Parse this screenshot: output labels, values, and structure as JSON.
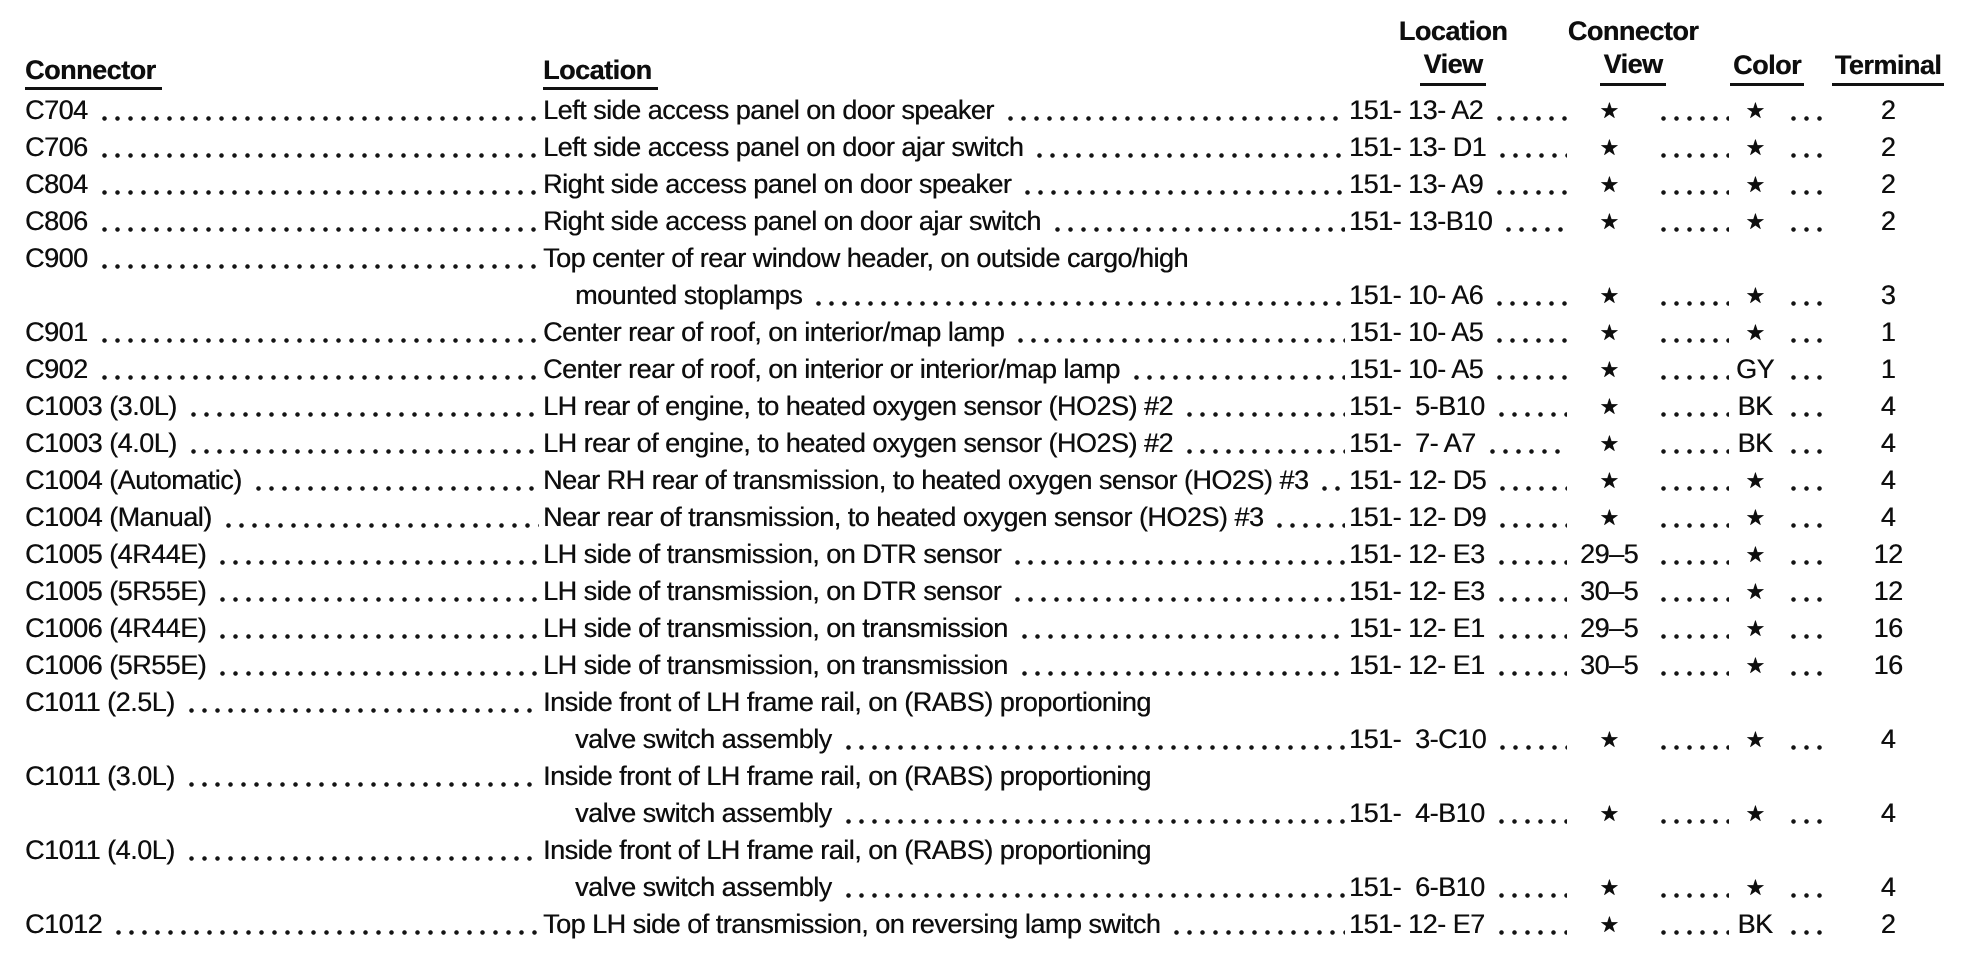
{
  "colors": {
    "text": "#0e0e0e",
    "background": "#ffffff",
    "rule": "#111111"
  },
  "table": {
    "star": "★",
    "headers": {
      "connector": "Connector",
      "location": "Location",
      "location_view": [
        "Location",
        "View"
      ],
      "connector_view": [
        "Connector",
        "View"
      ],
      "color": "Color",
      "terminal": "Terminal"
    },
    "rows": [
      {
        "connector": "C704",
        "location": [
          "Left side access panel on door speaker"
        ],
        "location_view": "151- 13- A2",
        "connector_view": "★",
        "color": "★",
        "terminal": "2"
      },
      {
        "connector": "C706",
        "location": [
          "Left side access panel on door ajar switch"
        ],
        "location_view": "151- 13- D1",
        "connector_view": "★",
        "color": "★",
        "terminal": "2"
      },
      {
        "connector": "C804",
        "location": [
          "Right side access panel on door speaker"
        ],
        "location_view": "151- 13- A9",
        "connector_view": "★",
        "color": "★",
        "terminal": "2"
      },
      {
        "connector": "C806",
        "location": [
          "Right side access panel on door ajar switch"
        ],
        "location_view": "151- 13-B10",
        "connector_view": "★",
        "color": "★",
        "terminal": "2"
      },
      {
        "connector": "C900",
        "location": [
          "Top center of rear window header, on outside cargo/high",
          "mounted stoplamps"
        ],
        "location_view": "151- 10- A6",
        "connector_view": "★",
        "color": "★",
        "terminal": "3"
      },
      {
        "connector": "C901",
        "location": [
          "Center rear of roof, on interior/map lamp"
        ],
        "location_view": "151- 10- A5",
        "connector_view": "★",
        "color": "★",
        "terminal": "1"
      },
      {
        "connector": "C902",
        "location": [
          "Center rear of roof, on interior or interior/map lamp"
        ],
        "location_view": "151- 10- A5",
        "connector_view": "★",
        "color": "GY",
        "terminal": "1"
      },
      {
        "connector": "C1003 (3.0L)",
        "location": [
          "LH rear of engine, to heated oxygen sensor (HO2S) #2"
        ],
        "location_view": "151-  5-B10",
        "connector_view": "★",
        "color": "BK",
        "terminal": "4"
      },
      {
        "connector": "C1003 (4.0L)",
        "location": [
          "LH rear of engine, to heated oxygen sensor (HO2S) #2"
        ],
        "location_view": "151-  7- A7",
        "connector_view": "★",
        "color": "BK",
        "terminal": "4"
      },
      {
        "connector": "C1004 (Automatic)",
        "location": [
          "Near RH rear of transmission, to heated oxygen sensor (HO2S) #3"
        ],
        "location_view": "151- 12- D5",
        "connector_view": "★",
        "color": "★",
        "terminal": "4"
      },
      {
        "connector": "C1004 (Manual)",
        "location": [
          "Near rear of transmission, to heated oxygen sensor (HO2S) #3"
        ],
        "location_view": "151- 12- D9",
        "connector_view": "★",
        "color": "★",
        "terminal": "4"
      },
      {
        "connector": "C1005 (4R44E)",
        "location": [
          "LH side of transmission, on DTR sensor"
        ],
        "location_view": "151- 12- E3",
        "connector_view": "29–5",
        "color": "★",
        "terminal": "12"
      },
      {
        "connector": "C1005 (5R55E)",
        "location": [
          "LH side of transmission, on DTR sensor"
        ],
        "location_view": "151- 12- E3",
        "connector_view": "30–5",
        "color": "★",
        "terminal": "12"
      },
      {
        "connector": "C1006 (4R44E)",
        "location": [
          "LH side of transmission, on transmission"
        ],
        "location_view": "151- 12- E1",
        "connector_view": "29–5",
        "color": "★",
        "terminal": "16"
      },
      {
        "connector": "C1006 (5R55E)",
        "location": [
          "LH side of transmission, on transmission"
        ],
        "location_view": "151- 12- E1",
        "connector_view": "30–5",
        "color": "★",
        "terminal": "16"
      },
      {
        "connector": "C1011 (2.5L)",
        "location": [
          "Inside front of LH frame rail, on (RABS) proportioning",
          "valve switch assembly"
        ],
        "location_view": "151-  3-C10",
        "connector_view": "★",
        "color": "★",
        "terminal": "4"
      },
      {
        "connector": "C1011 (3.0L)",
        "location": [
          "Inside front of LH frame rail, on (RABS) proportioning",
          "valve switch assembly"
        ],
        "location_view": "151-  4-B10",
        "connector_view": "★",
        "color": "★",
        "terminal": "4"
      },
      {
        "connector": "C1011 (4.0L)",
        "location": [
          "Inside front of LH frame rail, on (RABS) proportioning",
          "valve switch assembly"
        ],
        "location_view": "151-  6-B10",
        "connector_view": "★",
        "color": "★",
        "terminal": "4"
      },
      {
        "connector": "C1012",
        "location": [
          "Top LH side of transmission, on reversing lamp switch"
        ],
        "location_view": "151- 12- E7",
        "connector_view": "★",
        "color": "BK",
        "terminal": "2"
      }
    ]
  }
}
